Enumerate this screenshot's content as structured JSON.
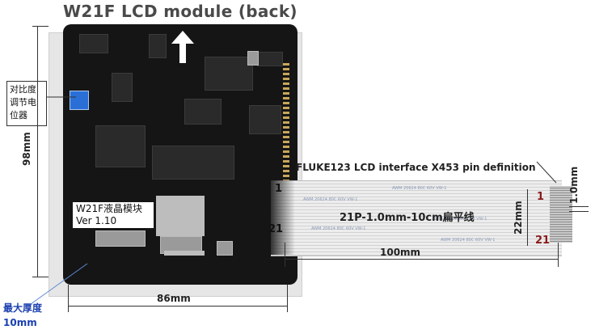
{
  "title": "W21F LCD module (back)",
  "contrast_note": "对比度调节电位器",
  "module_label_line1": "W21F液晶模块",
  "module_label_line2": "Ver 1.10",
  "max_thickness_line1": "最大厚度",
  "max_thickness_line2": "10mm",
  "pin_definition": "FLUKE123 LCD interface X453 pin definition",
  "cable_spec": "21P-1.0mm-10cm扁平线",
  "pin_first": "1",
  "pin_last": "21",
  "dims": {
    "height": "98mm",
    "width": "86mm",
    "cable_length": "100mm",
    "cable_width": "22mm",
    "pitch": "1.0mm"
  },
  "cable_print": "AWM 20624 80C 60V VW-1",
  "colors": {
    "board": "#151515",
    "cable": "#ededed",
    "pin_red": "#8b1a1a",
    "thickness_blue": "#1a3fb0",
    "potentiometer": "#2a6fd6"
  }
}
